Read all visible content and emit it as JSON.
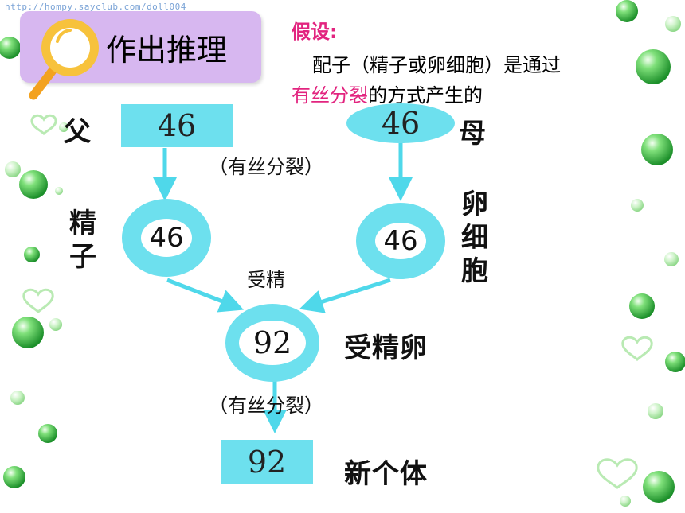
{
  "watermark": "http://hompy.sayclub.com/doll004",
  "title": "作出推理",
  "hypothesis": {
    "label": "假设:",
    "line1": "配子（精子或卵细胞）是通过",
    "line2_highlight": "有丝分裂",
    "line2_rest": "的方式产生的"
  },
  "colors": {
    "accent": "#6de0ee",
    "highlight": "#e2247f",
    "title_bg": "#d7b7f0",
    "arrow": "#4fd8ea"
  },
  "diagram": {
    "father_label": "父",
    "mother_label": "母",
    "father_value": "46",
    "mother_value": "46",
    "mitosis_top": "（有丝分裂）",
    "sperm_label": "精子",
    "sperm_value": "46",
    "egg_label": "卵细胞",
    "egg_value": "46",
    "fertilization": "受精",
    "zygote_value": "92",
    "zygote_label": "受精卵",
    "mitosis_bottom": "（有丝分裂）",
    "offspring_value": "92",
    "offspring_label": "新个体"
  }
}
